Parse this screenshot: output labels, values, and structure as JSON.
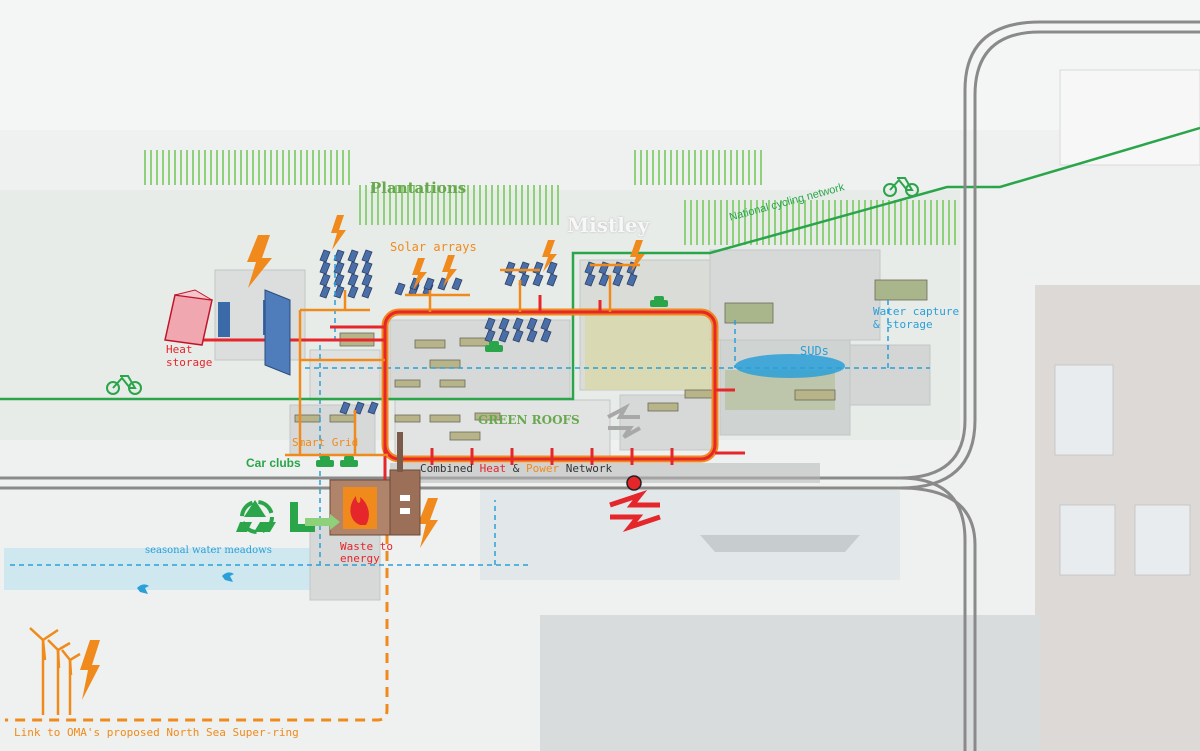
{
  "labels": {
    "plantations": "Plantations",
    "mistley": "Mistley",
    "solar_arrays": "Solar arrays",
    "national_cycling": "National cycling network",
    "heat_storage_1": "Heat",
    "heat_storage_2": "storage",
    "water_capture_1": "Water capture",
    "water_capture_2": "& storage",
    "suds": "SUDs",
    "green_roofs": "GREEN ROOFS",
    "smart_grid": "Smart Grid",
    "car_clubs": "Car clubs",
    "chp_part1": "Combined ",
    "chp_heat": "Heat",
    "chp_mid": " & ",
    "chp_power": "Power",
    "chp_end": " Network",
    "waste_1": "Waste to",
    "waste_2": "energy",
    "water_meadows": "seasonal water meadows",
    "north_sea_link": "Link to OMA's proposed North Sea Super-ring"
  },
  "colors": {
    "heat": "#e5262b",
    "power": "#f08a1c",
    "cycling": "#2aa54a",
    "water": "#2a9fd8",
    "rail": "#8a8a8a"
  },
  "icons": [
    "bicycle-icon",
    "car-icon",
    "recycle-icon",
    "fire-icon",
    "national-rail-icon",
    "wind-turbine-icon",
    "lightning-icon",
    "bird-icon"
  ]
}
